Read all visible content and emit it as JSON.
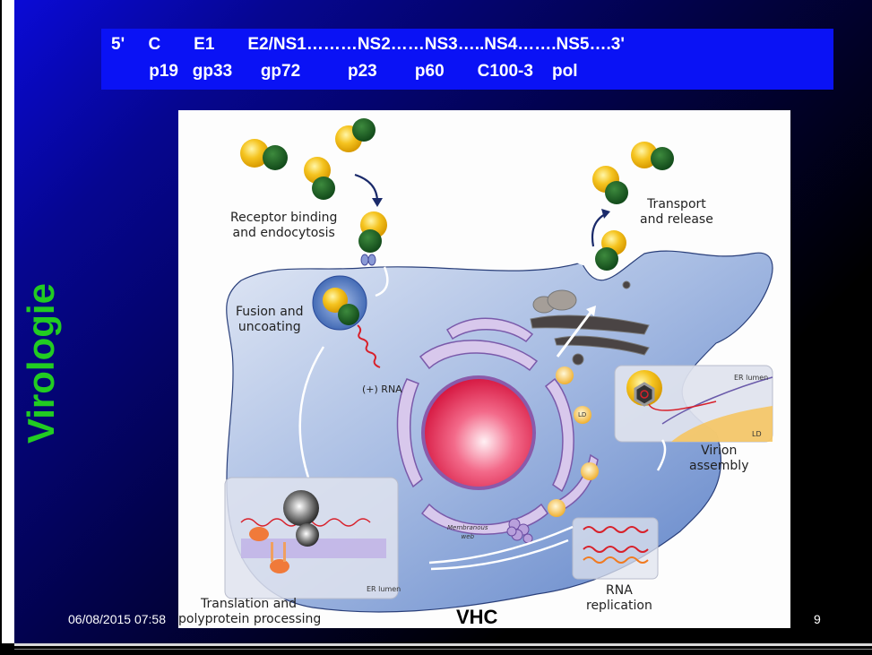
{
  "slide": {
    "side_title": "Virologie",
    "genome_row1": "5'     C       E1       E2/NS1………NS2……NS3…..NS4…….NS5….3'",
    "genome_row2": "        p19   gp33      gp72          p23        p60       C100-3    pol",
    "footer": {
      "date": "06/08/2015 07:58",
      "center_title": "VHC",
      "page_number": "9"
    },
    "colors": {
      "gene_box": "#0a12f5",
      "side_title": "#22cc22",
      "cell": "#7f9fd6"
    }
  },
  "diagram": {
    "labels": {
      "receptor": [
        "Receptor binding",
        "and endocytosis"
      ],
      "fusion": [
        "Fusion and",
        "uncoating"
      ],
      "plus_rna": "(+) RNA",
      "transport": [
        "Transport",
        "and release"
      ],
      "virion": [
        "Virion",
        "assembly"
      ],
      "er_lumen_top": "ER lumen",
      "ld_box": "LD",
      "ld": "LD",
      "membranous": [
        "Membranous",
        "web"
      ],
      "er_lumen_bottom": "ER lumen",
      "translation": [
        "Translation and",
        "polyprotein processing"
      ],
      "rna_replication": [
        "RNA",
        "replication"
      ]
    }
  }
}
